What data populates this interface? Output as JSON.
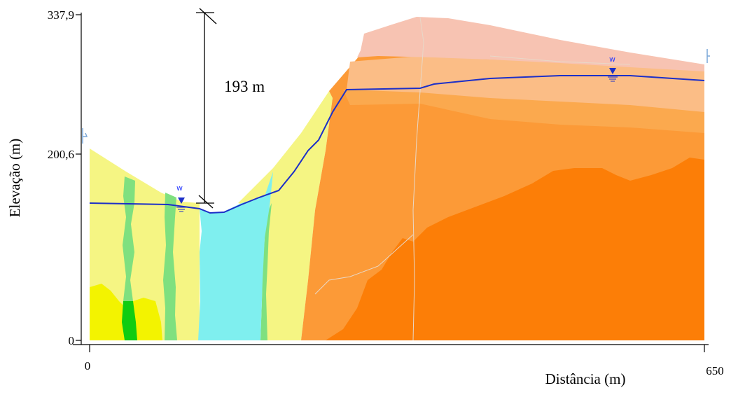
{
  "figure": {
    "y_axis_title": "Elevação (m)",
    "x_axis_title": "Distância (m)",
    "y_ticks": [
      "337,9",
      "200,6",
      "0"
    ],
    "x_ticks": [
      "0",
      "650"
    ],
    "annotation": "193 m",
    "water_table_marker_label": "w"
  },
  "colors": {
    "water_table_line": "#1c2fc8",
    "water_table_marker": "#1c2fc8",
    "river_water": "#7fefef",
    "yellow_layer": "#f5f583",
    "bright_yellow": "#f3f300",
    "green_bands": "#7fe07f",
    "dark_green": "#11cc11",
    "pink_top": "#f7c3b2",
    "light_orange": "#fbbd86",
    "mid_orange": "#fba94e",
    "orange": "#fc9a37",
    "deep_orange": "#fc7e07"
  }
}
